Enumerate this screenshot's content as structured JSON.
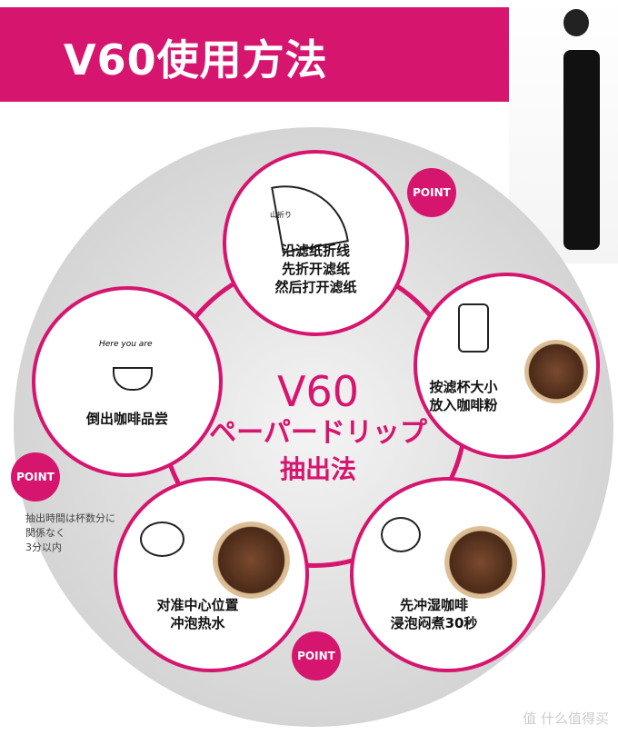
{
  "header": {
    "title": "V60使用方法"
  },
  "center": {
    "line1": "V60",
    "line2": "ペーパードリップ",
    "line3": "抽出法"
  },
  "steps": [
    {
      "text": "沿滤纸折线\n先折开滤纸\n然后打开滤纸",
      "label": "山折り"
    },
    {
      "text": "按滤杯大小\n放入咖啡粉"
    },
    {
      "text": "先冲湿咖啡\n浸泡闷煮30秒"
    },
    {
      "text": "对准中心位置\n冲泡热水"
    },
    {
      "text": "倒出咖啡品尝",
      "label": "Here you are"
    }
  ],
  "points": [
    "POINT",
    "POINT",
    "POINT"
  ],
  "note": "抽出時間は杯数分に\n関係なく\n3分以内",
  "watermark": "值 什么值得买",
  "colors": {
    "accent": "#d6156f"
  }
}
